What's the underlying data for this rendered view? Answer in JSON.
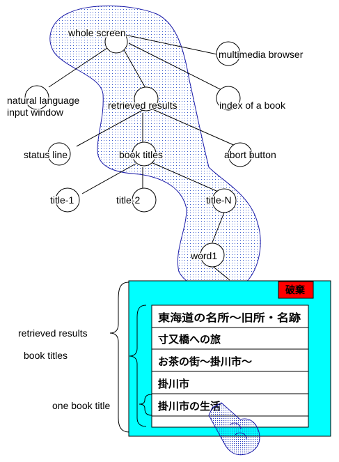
{
  "tree": {
    "whole_screen": "whole screen",
    "multimedia_browser": "multimedia browser",
    "natural_language_line1": "natural language",
    "natural_language_line2": "input window",
    "retrieved_results": "retrieved results",
    "index_of_a_book": "index of a book",
    "status_line": "status line",
    "book_titles": "book titles",
    "abort_button": "abort button",
    "title_1": "title-1",
    "title_2": "title-2",
    "title_n": "title-N",
    "word1": "word1"
  },
  "screen": {
    "abort_label": "破棄",
    "titles": [
      "東海道の名所～旧所・名跡",
      "寸又橋への旅",
      "お茶の街～掛川市～",
      "掛川市",
      "掛川市の生活"
    ]
  },
  "annotations": {
    "retrieved_results": "retrieved results",
    "book_titles": "book titles",
    "one_book_title": "one book title"
  },
  "colors": {
    "screen_bg": "#00ffff",
    "abort_bg": "#ff0000",
    "highlight_outline": "#1a1aa8",
    "highlight_dots": "#3355cc"
  }
}
